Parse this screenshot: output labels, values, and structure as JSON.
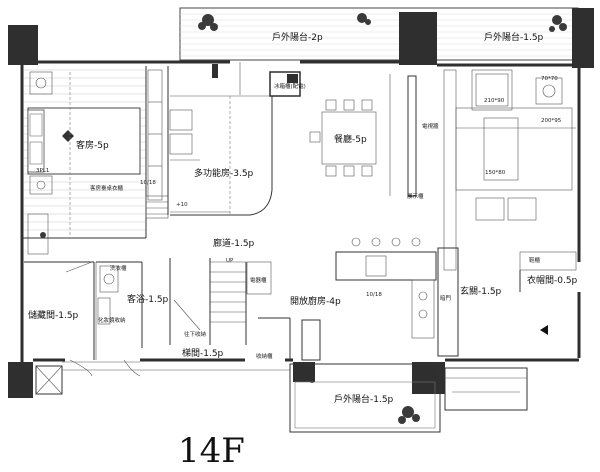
{
  "floor": "14F",
  "rooms": [
    {
      "id": "terrace-top-left",
      "label": "戶外陽台-2p"
    },
    {
      "id": "terrace-top-right",
      "label": "戶外陽台-1.5p"
    },
    {
      "id": "guest-room",
      "label": "客房-5p"
    },
    {
      "id": "multi-room",
      "label": "多功能房-3.5p"
    },
    {
      "id": "dining",
      "label": "餐廳-5p"
    },
    {
      "id": "corridor",
      "label": "廊道-1.5p"
    },
    {
      "id": "storage",
      "label": "儲藏間-1.5p"
    },
    {
      "id": "guest-bath",
      "label": "客浴-1.5p"
    },
    {
      "id": "kitchen",
      "label": "開放廚房-4p"
    },
    {
      "id": "entry",
      "label": "玄關-1.5p"
    },
    {
      "id": "cloakroom",
      "label": "衣帽間-0.5p"
    },
    {
      "id": "stair",
      "label": "梯間-1.5p"
    },
    {
      "id": "terrace-bottom",
      "label": "戶外陽台-1.5p"
    }
  ],
  "notes": {
    "guest_wardrobe": "客房臺桌衣櫃",
    "size_a": "10/18",
    "size_b": "10/18",
    "mark_10": "+10",
    "size_c": "210*90",
    "size_d": "200*95",
    "size_e": "150*80",
    "size_f": "70*70",
    "fridge": "冰箱櫃(配電)",
    "cabinet_right": "展示櫃",
    "shoe": "鞋櫃",
    "stair_down": "往下收納",
    "bath_door": "暗門",
    "pass": "UP",
    "guest_bath_mirror": "化妝鏡收納",
    "wash": "洗衣櫃",
    "appliance": "電器櫃",
    "collect": "收納櫃",
    "tv": "電視牆",
    "sofa_note": "3PL1"
  }
}
